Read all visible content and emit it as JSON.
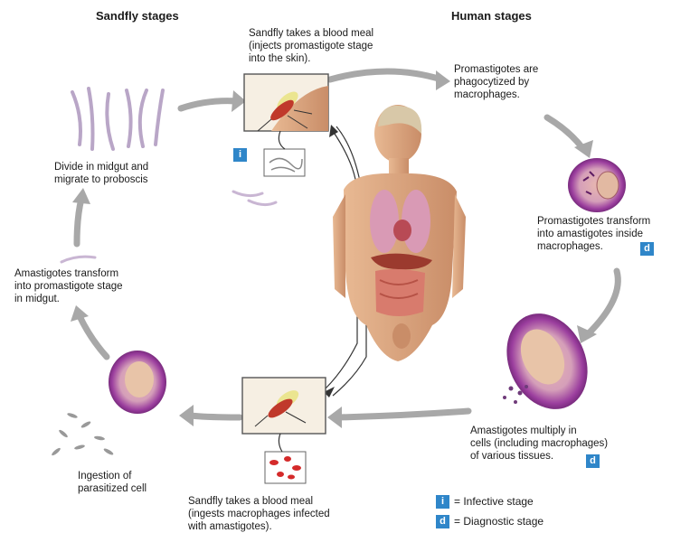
{
  "headers": {
    "sandfly": "Sandfly stages",
    "human": "Human stages"
  },
  "labels": {
    "top_meal": "Sandfly takes a blood meal\n(injects promastigote stage\ninto the skin).",
    "phagocytized": "Promastigotes are\nphagocytized by\nmacrophages.",
    "transform_inside": "Promastigotes transform\ninto amastigotes inside\nmacrophages.",
    "multiply": "Amastigotes multiply in\ncells (including macrophages)\nof various tissues.",
    "bottom_meal": "Sandfly takes a blood meal\n(ingests macrophages infected\nwith amastigotes).",
    "ingestion": "Ingestion of\nparasitized cell",
    "amastigote_transform": "Amastigotes transform\ninto promastigote stage\nin midgut.",
    "divide": "Divide in midgut and\nmigrate to proboscis"
  },
  "badges": {
    "infective": "i",
    "diagnostic": "d"
  },
  "legend": {
    "infective": "= Infective stage",
    "diagnostic": "= Diagnostic stage"
  },
  "colors": {
    "badge": "#2f86c9",
    "arrow": "#a8a8a8",
    "cell_purple": "#8a2a8c",
    "cell_inner": "#d9a5b3",
    "parasite_red": "#d42a2a"
  }
}
